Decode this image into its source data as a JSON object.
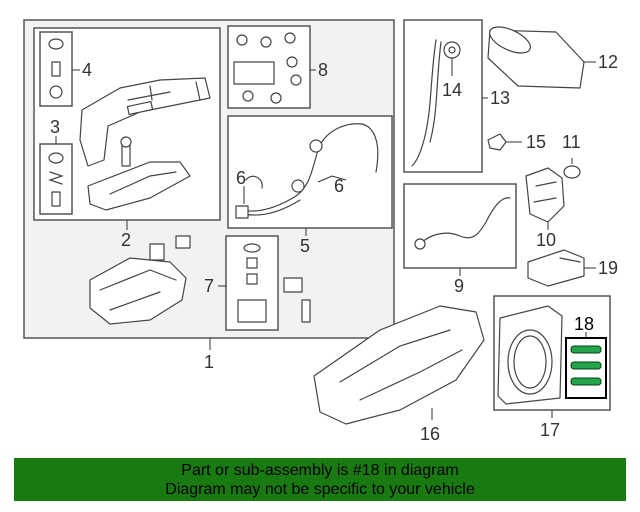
{
  "callouts": {
    "n1": "1",
    "n2": "2",
    "n3": "3",
    "n4": "4",
    "n5": "5",
    "n6a": "6",
    "n6b": "6",
    "n7": "7",
    "n8": "8",
    "n9": "9",
    "n10": "10",
    "n11": "11",
    "n12": "12",
    "n13": "13",
    "n14": "14",
    "n15": "15",
    "n16": "16",
    "n17": "17",
    "n18": "18",
    "n19": "19"
  },
  "highlight_color": "#23a54a",
  "banner": {
    "line1": "Part or sub-assembly is #18 in diagram",
    "line2": "Diagram may not be specific to your vehicle",
    "color": "#1a7a12"
  }
}
